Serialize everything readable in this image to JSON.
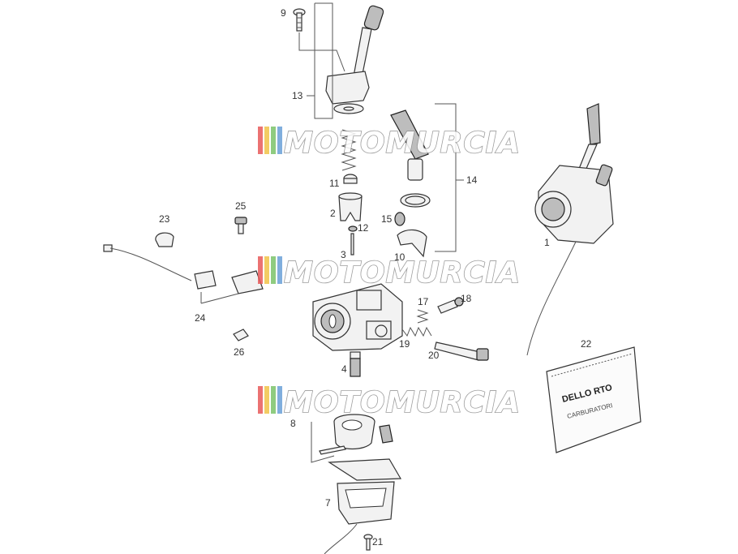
{
  "watermark": {
    "text": "MOTOMURCIA",
    "stripe_colors": [
      "#e85a5a",
      "#f2c44a",
      "#7cc46a",
      "#6aa0d8"
    ]
  },
  "package": {
    "brand": "DELLO RTO",
    "subtitle": "CARBURATORI"
  },
  "labels": {
    "p1": "1",
    "p2": "2",
    "p3": "3",
    "p4": "4",
    "p7": "7",
    "p8": "8",
    "p9": "9",
    "p10": "10",
    "p11": "11",
    "p12": "12",
    "p13": "13",
    "p14": "14",
    "p15": "15",
    "p17": "17",
    "p18": "18",
    "p19": "19",
    "p20": "20",
    "p21": "21",
    "p22": "22",
    "p23": "23",
    "p24": "24",
    "p25": "25",
    "p26": "26"
  }
}
